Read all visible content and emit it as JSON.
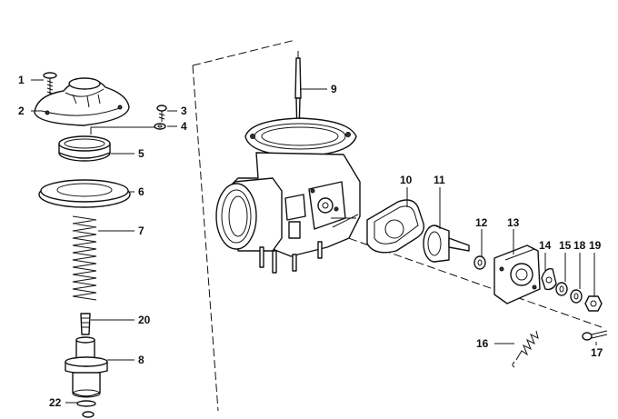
{
  "callouts": {
    "c1": "1",
    "c2": "2",
    "c3": "3",
    "c4": "4",
    "c5": "5",
    "c6": "6",
    "c7": "7",
    "c8": "8",
    "c9": "9",
    "c10": "10",
    "c11": "11",
    "c12": "12",
    "c13": "13",
    "c14": "14",
    "c15": "15",
    "c16": "16",
    "c17": "17",
    "c18": "18",
    "c19": "19",
    "c20": "20",
    "c22": "22"
  }
}
